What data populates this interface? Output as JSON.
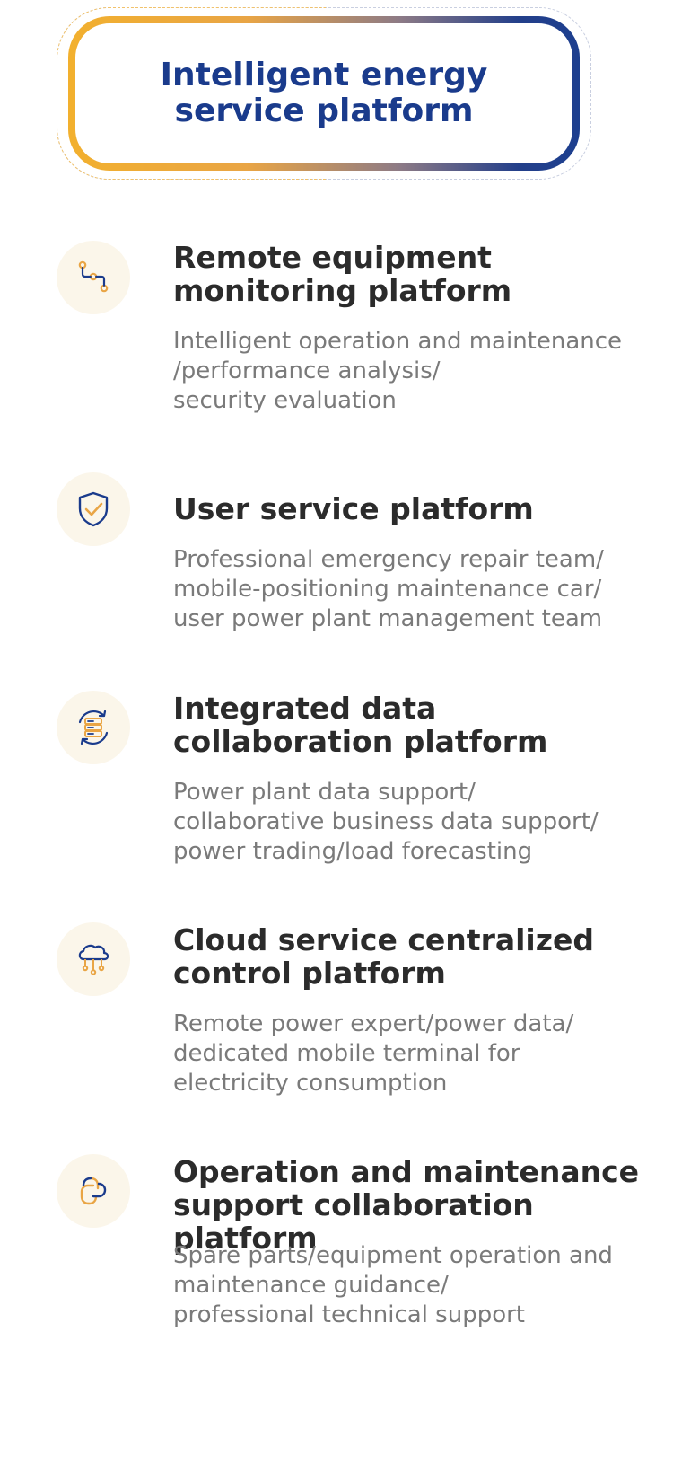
{
  "header": {
    "title": "Intelligent energy service platform"
  },
  "items": [
    {
      "icon": "connection-path-icon",
      "title": "Remote equipment monitoring platform",
      "desc": [
        "Intelligent operation and maintenance",
        "/performance analysis/",
        "security evaluation"
      ]
    },
    {
      "icon": "shield-check-icon",
      "title": "User service platform",
      "desc": [
        "Professional emergency repair team/",
        "mobile-positioning maintenance car/",
        "user power plant management team"
      ]
    },
    {
      "icon": "database-sync-icon",
      "title": "Integrated data collaboration platform",
      "desc": [
        "Power plant data support/",
        "collaborative business data support/",
        "power trading/load forecasting"
      ]
    },
    {
      "icon": "cloud-network-icon",
      "title": "Cloud service centralized control platform",
      "desc": [
        "Remote power expert/power data/",
        "dedicated mobile terminal for",
        "electricity consumption"
      ]
    },
    {
      "icon": "link-collaboration-icon",
      "title": "Operation and maintenance support collaboration platform",
      "desc": [
        "Spare parts/equipment operation and",
        "maintenance guidance/",
        "professional technical support"
      ]
    }
  ],
  "colors": {
    "accent_orange": "#e9a545",
    "accent_blue": "#1a3b8c"
  }
}
